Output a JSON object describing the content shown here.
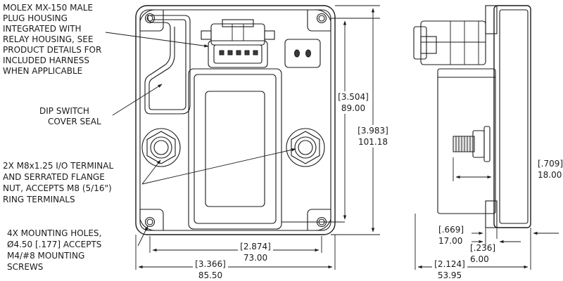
{
  "notes": {
    "connector": [
      "MOLEX MX-150 MALE",
      "PLUG HOUSING",
      "INTEGRATED WITH",
      "RELAY HOUSING, SEE",
      "PRODUCT DETAILS FOR",
      "INCLUDED HARNESS",
      "WHEN APPLICABLE"
    ],
    "dip_switch": [
      "DIP SWITCH",
      "COVER SEAL"
    ],
    "terminal": [
      "2X M8x1.25 I/O TERMINAL",
      "AND SERRATED FLANGE",
      "NUT, ACCEPTS M8 (5/16\")",
      "RING TERMINALS"
    ],
    "mounting": [
      "4X MOUNTING HOLES,",
      "Ø4.50 [.177] ACCEPTS",
      "M4/#8 MOUNTING",
      "SCREWS"
    ]
  },
  "dimensions": {
    "height_inner": {
      "inch": "[3.504]",
      "mm": "89.00"
    },
    "height_total": {
      "inch": "[3.983]",
      "mm": "101.18"
    },
    "width_inner": {
      "inch": "[2.874]",
      "mm": "73.00"
    },
    "width_total": {
      "inch": "[3.366]",
      "mm": "85.50"
    },
    "stud_length": {
      "inch": "[.709]",
      "mm": "18.00"
    },
    "flange_depth": {
      "inch": "[.669]",
      "mm": "17.00"
    },
    "flange_thickness": {
      "inch": "[.236]",
      "mm": "6.00"
    },
    "side_depth": {
      "inch": "[2.124]",
      "mm": "53.95"
    }
  }
}
